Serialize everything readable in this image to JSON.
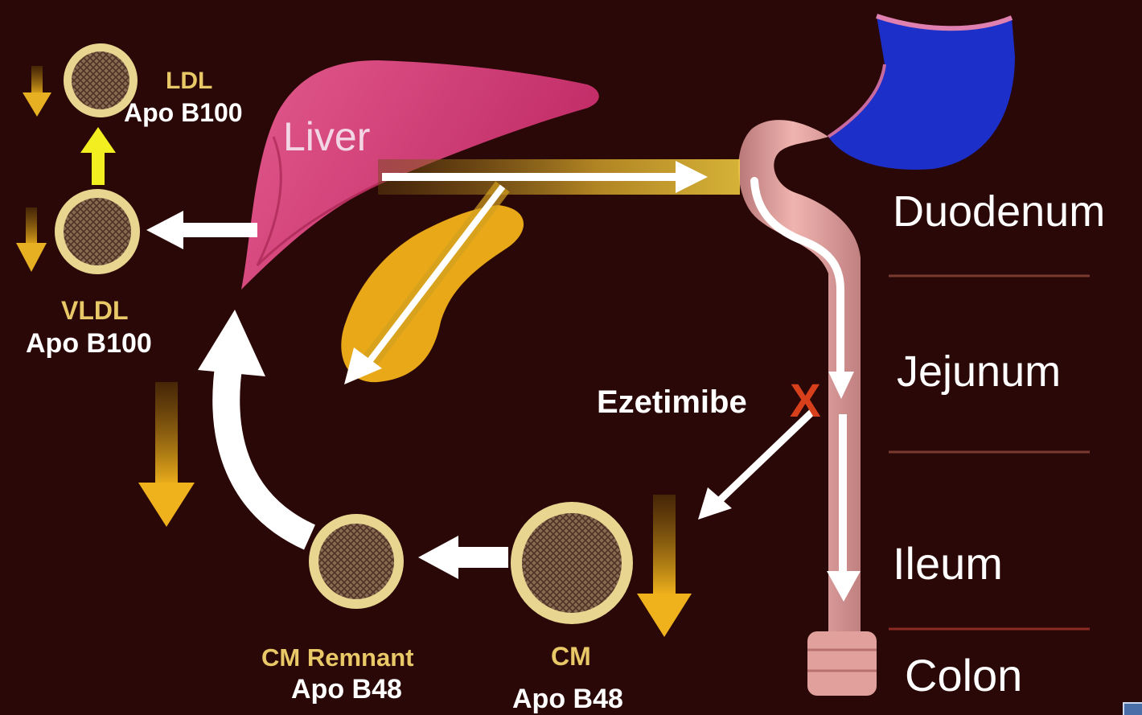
{
  "labels": {
    "ldl": "LDL",
    "ldl_apo": "Apo B100",
    "vldl": "VLDL",
    "vldl_apo": "Apo B100",
    "liver": "Liver",
    "duodenum": "Duodenum",
    "jejunum": "Jejunum",
    "ileum": "Ileum",
    "colon": "Colon",
    "ezetimibe": "Ezetimibe",
    "block_mark": "X",
    "cm": "CM",
    "cm_apo": "Apo B48",
    "cm_remnant": "CM Remnant",
    "cm_remnant_apo": "Apo B48"
  },
  "colors": {
    "background": "#2a0807",
    "liver": "#d9457e",
    "gallbladder": "#e8a818",
    "stomach": "#1c2fc8",
    "intestine": "#e8a4a0",
    "gold_text": "#e9c868",
    "arrow_white": "#ffffff",
    "arrow_gold": "#e6b022",
    "block_mark": "#d8401c"
  }
}
